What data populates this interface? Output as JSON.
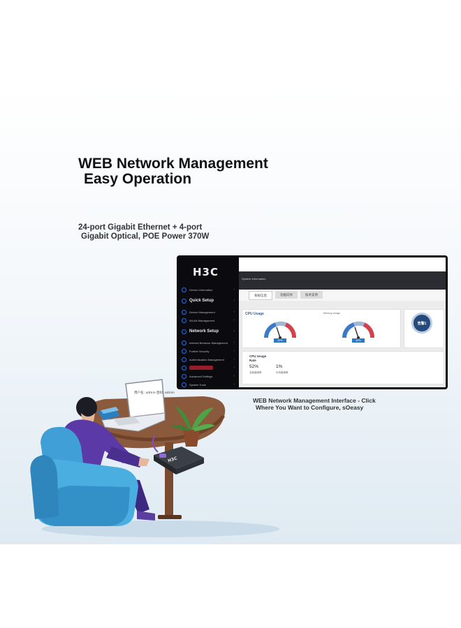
{
  "headline": {
    "line1": "WEB Network Management",
    "line2": "Easy Operation"
  },
  "subhead": {
    "line1": "24-port Gigabit Ethernet + 4-port",
    "line2": "Gigabit Optical, POE Power 370W"
  },
  "web_ui": {
    "logo": "H3C",
    "nav": [
      {
        "label": "Device Information",
        "size": "small"
      },
      {
        "label": "Quick Setup",
        "size": "big"
      },
      {
        "label": "Device Management",
        "size": "small"
      },
      {
        "label": "WLAN Management",
        "size": "small"
      },
      {
        "label": "Network Setup",
        "size": "big"
      },
      {
        "label": "Internet Behavior Management",
        "size": "small"
      },
      {
        "label": "Further Security",
        "size": "small"
      },
      {
        "label": "Authentication Management",
        "size": "small"
      },
      {
        "label": "",
        "size": "blur"
      },
      {
        "label": "Advanced Settings",
        "size": "small"
      },
      {
        "label": "System Tools",
        "size": "small"
      }
    ],
    "breadcrumb": "System Information",
    "tabs": [
      "系统信息",
      "功能向导",
      "技术支持"
    ],
    "cpu_card_title": "CPU Usage",
    "memory_card_title": "Memory Usage",
    "gauges": [
      {
        "value_label": "40%",
        "level": 0.4
      },
      {
        "value_label": "40%",
        "level": 0.4
      }
    ],
    "side_badge": "告警1",
    "rate_title_1": "CPU Usage",
    "rate_title_2": "Rate",
    "current_value": "52%",
    "current_label": "当前使用率",
    "average_value": "1%",
    "average_label": "平均使用率"
  },
  "caption": {
    "line1": "WEB Network Management Interface - Click",
    "line2": "Where You Want to Configure, sOeasy"
  },
  "illustration": {
    "router_logo": "H3C",
    "laptop_text": "用户名: admin 密码: admin"
  },
  "colors": {
    "accent_blue": "#2d78c4",
    "chair_blue": "#3f9fd6",
    "suit_purple": "#5b3aa8",
    "desk_brown": "#8b5a3c"
  }
}
